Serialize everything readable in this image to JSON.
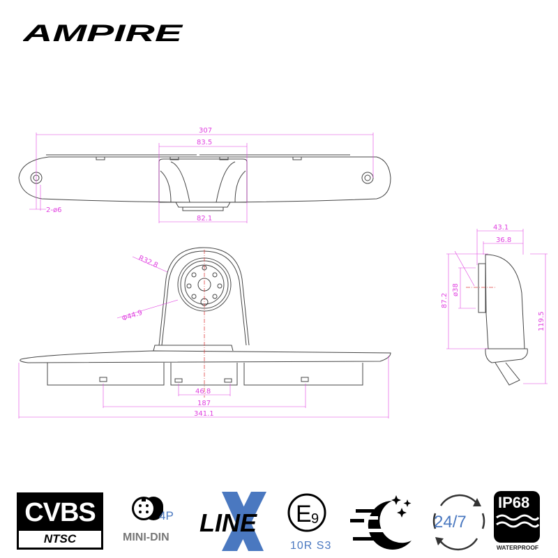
{
  "brand": {
    "logo_text": "AMPIRE"
  },
  "drawing": {
    "top_view": {
      "dimensions": {
        "overall_width": "307",
        "camera_housing_width": "83.5",
        "camera_base_width": "82.1",
        "mounting_holes": "2-ø6"
      }
    },
    "front_view": {
      "dimensions": {
        "camera_radius": "R32.8",
        "lens_ring_diameter": "Φ44.9",
        "inner_clip_spacing": "46.8",
        "outer_clip_spacing": "187",
        "overall_width": "341.1"
      }
    },
    "side_view": {
      "dimensions": {
        "depth_total": "43.1",
        "depth_body": "36.8",
        "lens_diameter": "ø38",
        "lens_height": "87.2",
        "overall_height": "119.5"
      }
    },
    "colors": {
      "dimension_line": "#e040e0",
      "center_line": "#e04040",
      "outline": "#333333"
    }
  },
  "badges": {
    "cvbs": {
      "title": "CVBS",
      "subtitle": "NTSC"
    },
    "connector": {
      "pins": "4P",
      "label": "MINI-DIN"
    },
    "xline": {
      "x_letter": "X",
      "word": "LINE"
    },
    "approval": {
      "mark": "E",
      "number": "9",
      "sub": "10R  S3"
    },
    "night_vision": {
      "icon": "moon-stars-icon"
    },
    "operation": {
      "text": "24/7"
    },
    "ip_rating": {
      "rating": "IP68",
      "label": "WATERPROOF"
    }
  }
}
